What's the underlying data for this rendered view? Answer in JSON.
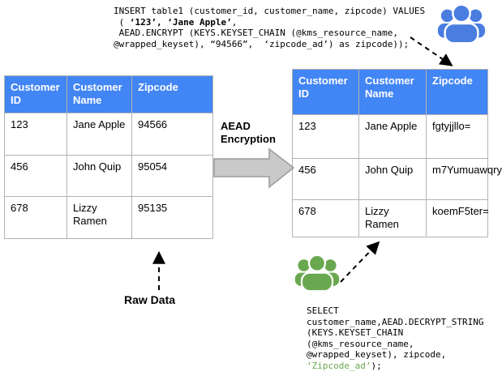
{
  "colors": {
    "header_bg": "#4285f4",
    "header_text": "#ffffff",
    "table_border": "#b3b3b3",
    "code_text": "#000000",
    "code_green": "#6aa84f",
    "icon_blue": "#4a7de0",
    "icon_green": "#6aa84f",
    "arrow_fill": "#c9c9c9",
    "arrow_stroke": "#9a9a9a",
    "dashed_arrow": "#000000"
  },
  "insert_sql": {
    "lines": [
      [
        {
          "t": "INSERT table1 (customer_id, customer_name, zipcode) VALUES"
        }
      ],
      [
        {
          "t": " ( "
        },
        {
          "t": "‘123’, ‘Jane Apple’",
          "b": true
        },
        {
          "t": ","
        }
      ],
      [
        {
          "t": " AEAD.ENCRYPT (KEYS.KEYSET_CHAIN (@kms_resource_name,"
        }
      ],
      [
        {
          "t": "@wrapped_keyset), “94566”,  ‘zipcode_ad’) as zipcode));"
        }
      ]
    ]
  },
  "select_sql": {
    "lines": [
      [
        {
          "t": "SELECT"
        }
      ],
      [
        {
          "t": "customer_name,AEAD.DECRYPT_STRING"
        }
      ],
      [
        {
          "t": "(KEYS.KEYSET_CHAIN"
        }
      ],
      [
        {
          "t": "(@kms_resource_name,"
        }
      ],
      [
        {
          "t": "@wrapped_keyset), zipcode,"
        }
      ],
      [
        {
          "t": "‘Zipcode_ad’",
          "g": true
        },
        {
          "t": ");"
        }
      ]
    ]
  },
  "tables": {
    "left": {
      "headers": [
        "Customer ID",
        "Customer Name",
        "Zipcode"
      ],
      "rows": [
        [
          "123",
          "Jane Apple",
          "94566"
        ],
        [
          "456",
          "John Quip",
          "95054"
        ],
        [
          "678",
          "Lizzy Ramen",
          "95135"
        ]
      ]
    },
    "right": {
      "headers": [
        "Customer ID",
        "Customer Name",
        "Zipcode"
      ],
      "rows": [
        [
          "123",
          "Jane Apple",
          "fgtyjjllo="
        ],
        [
          "456",
          "John Quip",
          "m7Yumuawqry"
        ],
        [
          "678",
          "Lizzy Ramen",
          "koemF5ter="
        ]
      ]
    }
  },
  "labels": {
    "encryption": "AEAD Encryption",
    "raw_data": "Raw Data"
  },
  "icons": {
    "top_right": "people-group-icon",
    "bottom_center": "people-group-icon"
  }
}
